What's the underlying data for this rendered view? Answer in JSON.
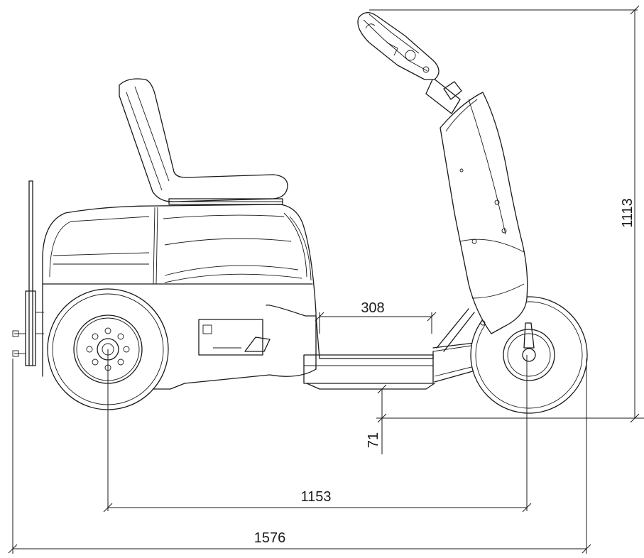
{
  "dimensions": {
    "overall_height": "1113",
    "floor_width": "308",
    "ground_clearance": "71",
    "wheelbase": "1153",
    "overall_length": "1576"
  },
  "colors": {
    "line": "#1a1a1a",
    "background": "#ffffff"
  }
}
